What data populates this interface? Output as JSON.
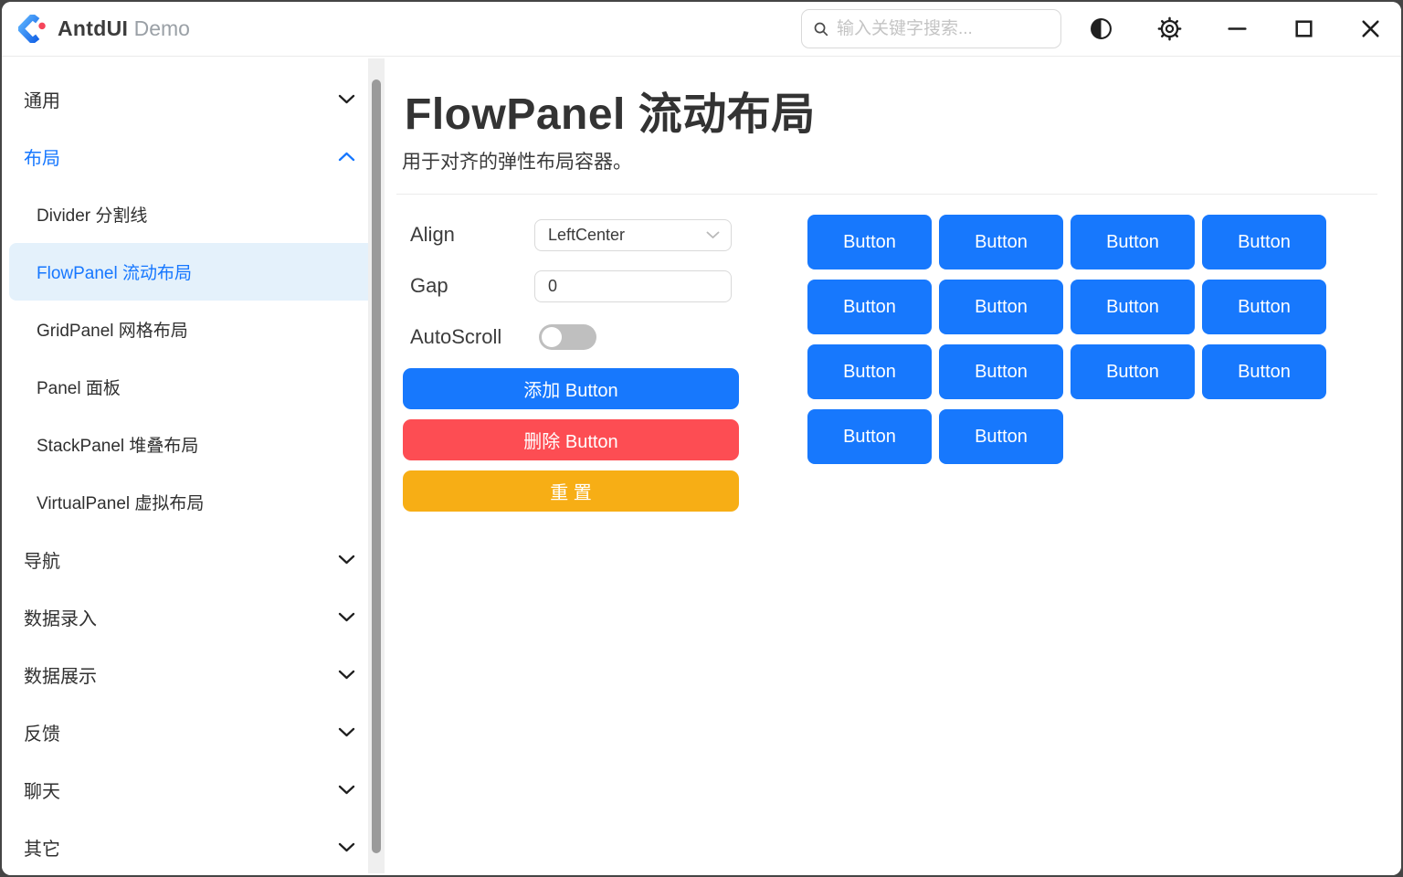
{
  "window": {
    "brand": "AntdUI",
    "brand_suffix": "Demo",
    "search": {
      "placeholder": "输入关键字搜索..."
    },
    "titlebar_icons": [
      "theme-toggle-icon",
      "settings-gear-icon",
      "minimize-icon",
      "maximize-icon",
      "close-icon"
    ]
  },
  "sidebar": {
    "items": [
      {
        "id": "general",
        "label": "通用",
        "type": "group",
        "state": "collapsed"
      },
      {
        "id": "layout",
        "label": "布局",
        "type": "group",
        "state": "expanded",
        "active": true
      },
      {
        "id": "divider",
        "label": "Divider 分割线",
        "type": "child"
      },
      {
        "id": "flowpanel",
        "label": "FlowPanel 流动布局",
        "type": "child",
        "selected": true
      },
      {
        "id": "gridpanel",
        "label": "GridPanel 网格布局",
        "type": "child"
      },
      {
        "id": "panel",
        "label": "Panel 面板",
        "type": "child"
      },
      {
        "id": "stackpanel",
        "label": "StackPanel 堆叠布局",
        "type": "child"
      },
      {
        "id": "virtualpanel",
        "label": "VirtualPanel 虚拟布局",
        "type": "child"
      },
      {
        "id": "nav",
        "label": "导航",
        "type": "group",
        "state": "collapsed"
      },
      {
        "id": "data-entry",
        "label": "数据录入",
        "type": "group",
        "state": "collapsed"
      },
      {
        "id": "data-display",
        "label": "数据展示",
        "type": "group",
        "state": "collapsed"
      },
      {
        "id": "feedback",
        "label": "反馈",
        "type": "group",
        "state": "collapsed"
      },
      {
        "id": "chat",
        "label": "聊天",
        "type": "group",
        "state": "collapsed"
      },
      {
        "id": "other",
        "label": "其它",
        "type": "group",
        "state": "collapsed"
      }
    ]
  },
  "main": {
    "title": "FlowPanel 流动布局",
    "subtitle": "用于对齐的弹性布局容器。",
    "controls": {
      "align": {
        "label": "Align",
        "value": "LeftCenter"
      },
      "gap": {
        "label": "Gap",
        "value": "0"
      },
      "autoscroll": {
        "label": "AutoScroll",
        "state": "off"
      }
    },
    "actions": {
      "add": "添加 Button",
      "remove": "删除 Button",
      "reset": "重 置"
    },
    "flow": {
      "button_label": "Button",
      "count": 14,
      "per_row": [
        4,
        4,
        4,
        2
      ]
    }
  },
  "colors": {
    "primary": "#1778FD",
    "danger": "#FD4D53",
    "warning": "#F7AE15",
    "selected_bg": "#E4F1FB",
    "active_text": "#1677FF"
  }
}
